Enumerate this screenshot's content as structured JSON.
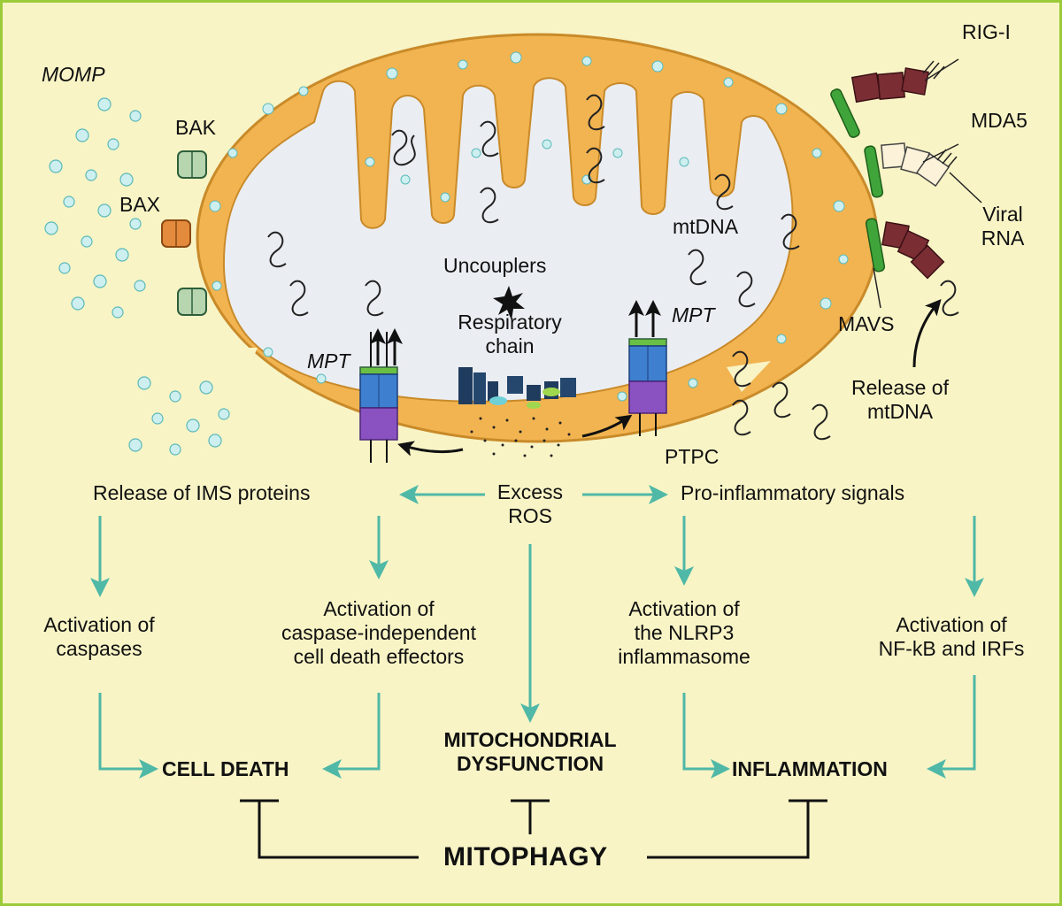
{
  "mitochondrion": {
    "momp": "MOMP",
    "bak": "BAK",
    "bax": "BAX",
    "mtdna": "mtDNA",
    "uncouplers": "Uncouplers",
    "respiratory_chain": [
      "Respiratory",
      "chain"
    ],
    "mpt_left": "MPT",
    "mpt_right": "MPT",
    "ptpc": "PTPC"
  },
  "sensors": {
    "rig_i": "RIG-I",
    "mda5": "MDA5",
    "viral_rna": [
      "Viral",
      "RNA"
    ],
    "mavs": "MAVS",
    "release_mtdna": [
      "Release of",
      "mtDNA"
    ]
  },
  "flow": {
    "release_ims": "Release of IMS proteins",
    "excess_ros": [
      "Excess",
      "ROS"
    ],
    "proinflammatory": "Pro-inflammatory signals",
    "activation_caspases": [
      "Activation of",
      "caspases"
    ],
    "activation_caspase_independent": [
      "Activation of",
      "caspase-independent",
      "cell death effectors"
    ],
    "activation_nlrp3": [
      "Activation of",
      "the NLRP3",
      "inflammasome"
    ],
    "activation_nfkb": [
      "Activation of",
      "NF-kB and IRFs"
    ],
    "cell_death": "CELL DEATH",
    "mito_dysfunction": [
      "MITOCHONDRIAL",
      "DYSFUNCTION"
    ],
    "inflammation": "INFLAMMATION",
    "mitophagy": "MITOPHAGY"
  },
  "colors": {
    "background": "#f8f4c6",
    "border": "#9ccb3a",
    "membrane": "#f2b450",
    "matrix": "#eaeef2",
    "vesicle": "#cdeff0",
    "arrow": "#4fb8a6",
    "channel_green": "#b7d6b0",
    "channel_orange": "#e48a3c",
    "mptp_blue": "#3f7fd0",
    "mptp_purple": "#8a52c0",
    "mavs_green": "#3fa53a",
    "rigi_red": "#7a2e34"
  }
}
